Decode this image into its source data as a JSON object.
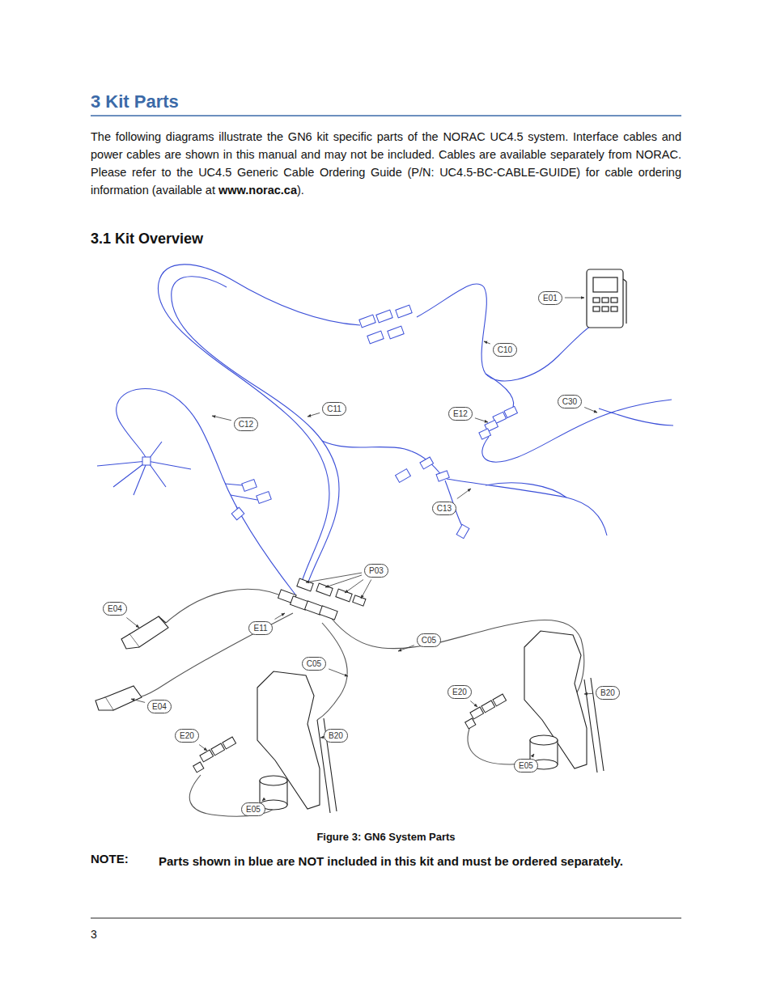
{
  "diagram": {
    "title": "3 Kit Parts",
    "caption": "Figure 3: GN6 System Parts",
    "nodes": [
      {
        "text": [
          "E01"
        ]
      },
      {
        "text": [
          "C10"
        ]
      },
      {
        "text": [
          "C30"
        ]
      },
      {
        "text": [
          "C11"
        ]
      },
      {
        "text": [
          "E12"
        ]
      },
      {
        "text": [
          "C12"
        ]
      },
      {
        "text": [
          "C13"
        ]
      },
      {
        "text": [
          "P03"
        ]
      },
      {
        "text": [
          "E04"
        ]
      },
      {
        "text": [
          "E11"
        ]
      },
      {
        "text": [
          "C05"
        ]
      },
      {
        "text": [
          "C05"
        ]
      },
      {
        "text": [
          "E20"
        ]
      },
      {
        "text": [
          "B20"
        ]
      },
      {
        "text": [
          "E04"
        ]
      },
      {
        "text": [
          "E20"
        ]
      },
      {
        "text": [
          "B20"
        ]
      },
      {
        "text": [
          "E05"
        ]
      },
      {
        "text": [
          "E05"
        ]
      }
    ],
    "labels": [
      "The following diagrams illustrate the GN6 kit specific parts of the NORAC UC4.5 system. Interface cables and power cables are shown in this manual and may not be included. Cables are available separately from NORAC. Please refer to the UC4.5 Generic Cable Ordering Guide (P/N: UC4.5-BC-CABLE-GUIDE) for cable ordering information (available at",
      "www.norac.ca",
      ").",
      "3.1 Kit Overview",
      "NOTE:",
      "Parts shown in blue are NOT included in this kit and must be ordered separately.",
      "3"
    ]
  }
}
